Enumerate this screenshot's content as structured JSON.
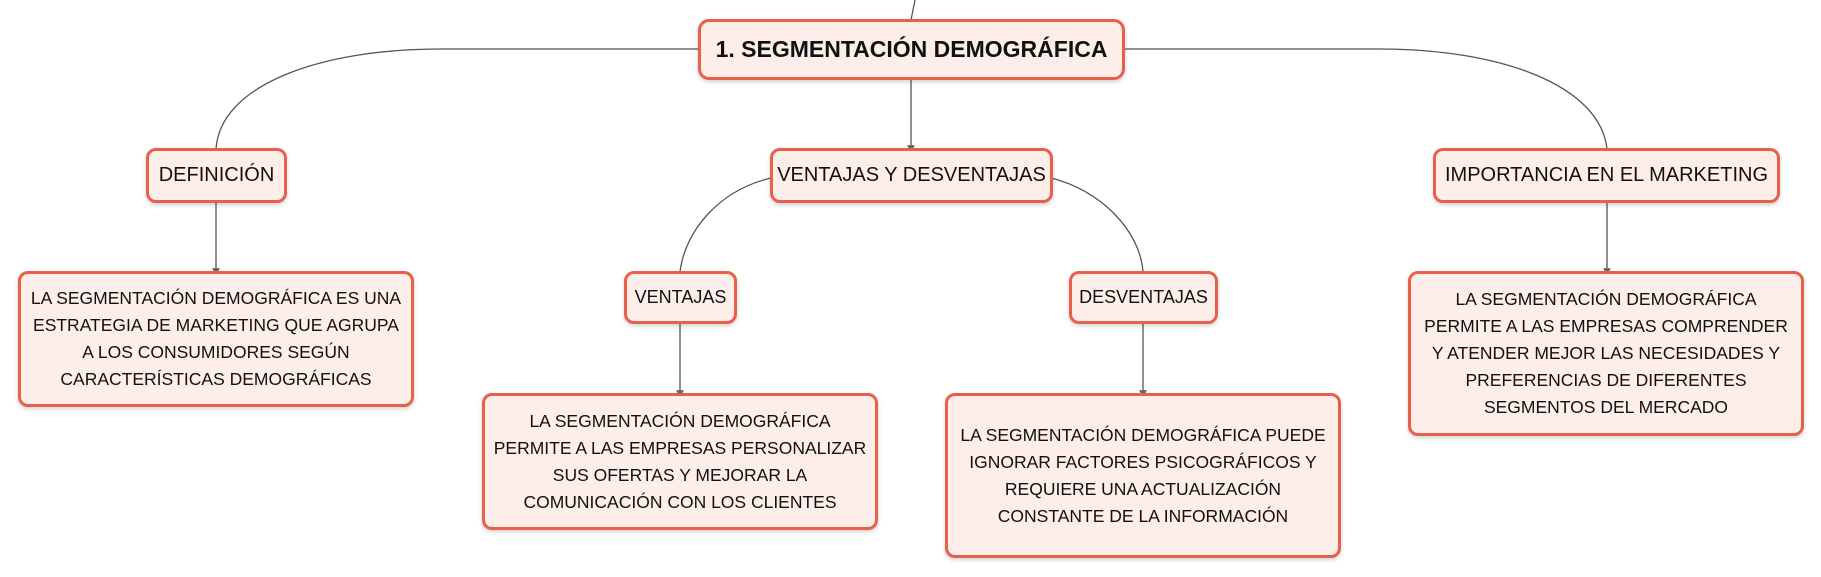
{
  "map": {
    "root": {
      "label": "1. SEGMENTACIÓN DEMOGRÁFICA"
    },
    "definicion": {
      "label": "DEFINICIÓN",
      "text": "LA SEGMENTACIÓN DEMOGRÁFICA ES UNA ESTRATEGIA DE MARKETING QUE AGRUPA A LOS CONSUMIDORES SEGÚN CARACTERÍSTICAS DEMOGRÁFICAS"
    },
    "ventajas_desventajas": {
      "label": "VENTAJAS Y DESVENTAJAS",
      "ventajas": {
        "label": "VENTAJAS",
        "text": "LA SEGMENTACIÓN DEMOGRÁFICA PERMITE A LAS EMPRESAS PERSONALIZAR SUS OFERTAS Y MEJORAR LA COMUNICACIÓN CON LOS CLIENTES"
      },
      "desventajas": {
        "label": "DESVENTAJAS",
        "text": "LA SEGMENTACIÓN DEMOGRÁFICA PUEDE IGNORAR FACTORES PSICOGRÁFICOS Y REQUIERE UNA ACTUALIZACIÓN CONSTANTE DE LA INFORMACIÓN"
      }
    },
    "importancia": {
      "label": "IMPORTANCIA EN EL MARKETING",
      "text": "LA SEGMENTACIÓN DEMOGRÁFICA PERMITE A LAS EMPRESAS COMPRENDER Y ATENDER MEJOR LAS NECESIDADES Y PREFERENCIAS DE DIFERENTES SEGMENTOS DEL MERCADO"
    }
  },
  "colors": {
    "node_fill": "#fdeee9",
    "node_border": "#e8604c",
    "connector": "#555555",
    "text": "#111111"
  }
}
